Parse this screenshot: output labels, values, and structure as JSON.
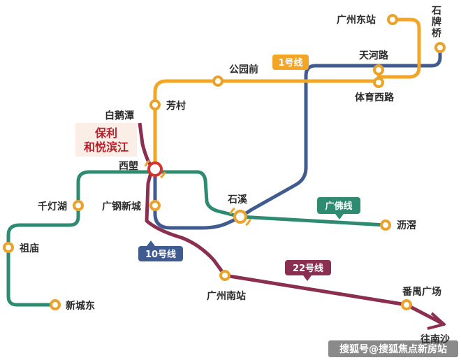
{
  "colors": {
    "line1": "#f2a527",
    "line10": "#3f5b8f",
    "line22": "#8a2f4f",
    "guangfo": "#2e8a70",
    "station_fill": "#fffdf6",
    "station_stroke": "#e9a32c",
    "hub": "#d9342b",
    "brand_red": "#b5202a"
  },
  "lines": {
    "line1_label": "1号线",
    "line10_label": "10号线",
    "line22_label": "22号线",
    "guangfo_label": "广佛线"
  },
  "stations": {
    "guangzhou_east": "广州东站",
    "shipaiqiao": "石牌桥",
    "tianhe_road": "天河路",
    "tiyu_xilu": "体育西路",
    "gongyuanqian": "公园前",
    "fangcun": "芳村",
    "baietan": "白鹅潭",
    "xilang": "西塱",
    "qiandenghu": "千灯湖",
    "guanggang_xincheng": "广钢新城",
    "shixi": "石溪",
    "lijiao": "沥滘",
    "zumiao": "祖庙",
    "xinchengdong": "新城东",
    "guangzhou_south": "广州南站",
    "panyu_square": "番禺广场",
    "to_nansha": "往南沙"
  },
  "project": {
    "name_line1": "保利",
    "name_line2": "和悦滨江"
  },
  "watermark": "搜狐号@搜狐焦点新房站"
}
